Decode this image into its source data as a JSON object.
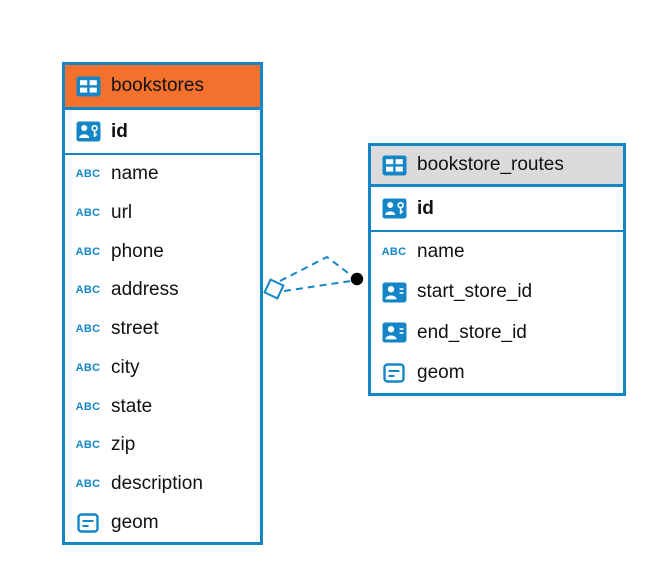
{
  "app": {
    "type": "database-relational-diagram"
  },
  "colors": {
    "table_border": "#1486C8",
    "header_bookstores": "#F4712D",
    "header_bookstore_routes": "#DBDBDB",
    "icon_blue": "#1486C8",
    "relationship_line": "#1486C8",
    "relationship_dot": "#000000",
    "text": "#111111"
  },
  "icons": {
    "abc_label": "ABC",
    "table_icon": "table-grid-icon",
    "primary_key_icon": "person-key-icon",
    "reference_icon": "person-icon",
    "geometry_icon": "geometry-lines-icon"
  },
  "tables": [
    {
      "id": "bookstores",
      "title": "bookstores",
      "header_color": "#F4712D",
      "primary_key": {
        "name": "id",
        "icon": "person-key-icon"
      },
      "columns": [
        {
          "name": "name",
          "type": "text",
          "icon": "abc-icon"
        },
        {
          "name": "url",
          "type": "text",
          "icon": "abc-icon"
        },
        {
          "name": "phone",
          "type": "text",
          "icon": "abc-icon"
        },
        {
          "name": "address",
          "type": "text",
          "icon": "abc-icon"
        },
        {
          "name": "street",
          "type": "text",
          "icon": "abc-icon"
        },
        {
          "name": "city",
          "type": "text",
          "icon": "abc-icon"
        },
        {
          "name": "state",
          "type": "text",
          "icon": "abc-icon"
        },
        {
          "name": "zip",
          "type": "text",
          "icon": "abc-icon"
        },
        {
          "name": "description",
          "type": "text",
          "icon": "abc-icon"
        },
        {
          "name": "geom",
          "type": "geometry",
          "icon": "geometry-lines-icon"
        }
      ]
    },
    {
      "id": "bookstore_routes",
      "title": "bookstore_routes",
      "header_color": "#DBDBDB",
      "primary_key": {
        "name": "id",
        "icon": "person-key-icon"
      },
      "columns": [
        {
          "name": "name",
          "type": "text",
          "icon": "abc-icon"
        },
        {
          "name": "start_store_id",
          "type": "reference",
          "icon": "person-icon"
        },
        {
          "name": "end_store_id",
          "type": "reference",
          "icon": "person-icon"
        },
        {
          "name": "geom",
          "type": "geometry",
          "icon": "geometry-lines-icon"
        }
      ]
    }
  ],
  "relationship": {
    "from": "bookstores",
    "to": "bookstore_routes",
    "lines": 2,
    "style": "dashed"
  }
}
